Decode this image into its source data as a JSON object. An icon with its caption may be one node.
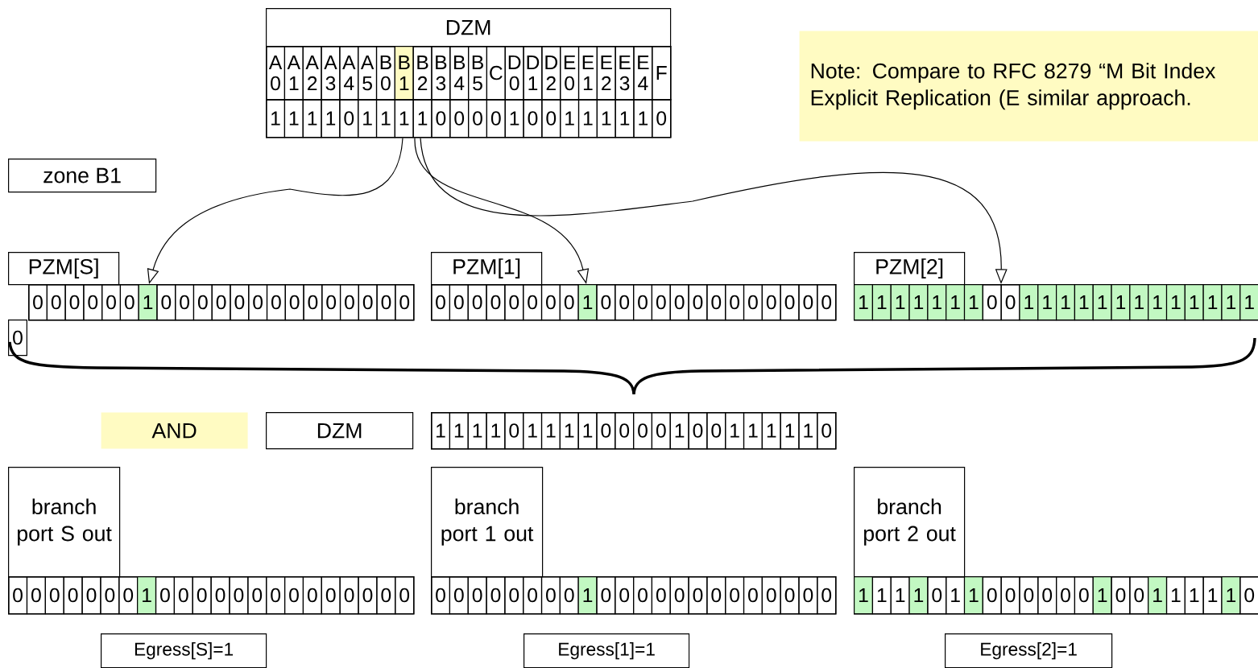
{
  "diagram": {
    "nodes": [
      {
        "text": [
          "DZM"
        ]
      },
      {
        "text": [
          "A 0",
          "A 1",
          "A 2",
          "A 3",
          "A 4",
          "A 5",
          "B 0",
          "B 1",
          "B 2",
          "B 3",
          "B 4",
          "B 5",
          "C",
          "D 0",
          "D 1",
          "D 2",
          "E 0",
          "E 1",
          "E 2",
          "E 3",
          "E 4",
          "F"
        ]
      },
      {
        "text": [
          "1",
          "1",
          "1",
          "1",
          "0",
          "1",
          "1",
          "1",
          "1",
          "0",
          "0",
          "0",
          "0",
          "1",
          "0",
          "0",
          "1",
          "1",
          "1",
          "1",
          "1",
          "0"
        ]
      },
      {
        "text": [
          "Note: Compare to RFC 8279 “M Bit Index Explicit Replication (E similar approach."
        ]
      },
      {
        "text": [
          "zone B1"
        ]
      },
      {
        "text": [
          "PZM[S]"
        ]
      },
      {
        "text": [
          "0",
          "0",
          "0",
          "0",
          "0",
          "0",
          "1",
          "0",
          "0",
          "0",
          "0",
          "0",
          "0",
          "0",
          "0",
          "0",
          "0",
          "0",
          "0",
          "0",
          "0",
          "0"
        ]
      },
      {
        "text": [
          "PZM[1]"
        ]
      },
      {
        "text": [
          "0",
          "0",
          "0",
          "0",
          "0",
          "0",
          "0",
          "0",
          "1",
          "0",
          "0",
          "0",
          "0",
          "0",
          "0",
          "0",
          "0",
          "0",
          "0",
          "0",
          "0",
          "0"
        ]
      },
      {
        "text": [
          "PZM[2]"
        ]
      },
      {
        "text": [
          "1",
          "1",
          "1",
          "1",
          "1",
          "1",
          "1",
          "0",
          "0",
          "1",
          "1",
          "1",
          "1",
          "1",
          "1",
          "1",
          "1",
          "1",
          "1",
          "1",
          "1",
          "1"
        ]
      },
      {
        "text": [
          "AND"
        ]
      },
      {
        "text": [
          "DZM"
        ]
      },
      {
        "text": [
          "1",
          "1",
          "1",
          "1",
          "0",
          "1",
          "1",
          "1",
          "1",
          "0",
          "0",
          "0",
          "0",
          "1",
          "0",
          "0",
          "1",
          "1",
          "1",
          "1",
          "1",
          "0"
        ]
      },
      {
        "text": [
          "branch port S out"
        ]
      },
      {
        "text": [
          "0",
          "0",
          "0",
          "0",
          "0",
          "0",
          "0",
          "1",
          "0",
          "0",
          "0",
          "0",
          "0",
          "0",
          "0",
          "0",
          "0",
          "0",
          "0",
          "0",
          "0",
          "0"
        ]
      },
      {
        "text": [
          "branch port 1 out"
        ]
      },
      {
        "text": [
          "0",
          "0",
          "0",
          "0",
          "0",
          "0",
          "0",
          "0",
          "1",
          "0",
          "0",
          "0",
          "0",
          "0",
          "0",
          "0",
          "0",
          "0",
          "0",
          "0",
          "0",
          "0"
        ]
      },
      {
        "text": [
          "branch port 2 out"
        ]
      },
      {
        "text": [
          "1",
          "1",
          "1",
          "1",
          "0",
          "1",
          "1",
          "0",
          "0",
          "0",
          "0",
          "0",
          "0",
          "1",
          "0",
          "0",
          "1",
          "1",
          "1",
          "1",
          "1",
          "0"
        ]
      },
      {
        "text": [
          "Egress[S]=1"
        ]
      },
      {
        "text": [
          "Egress[1]=1"
        ]
      },
      {
        "text": [
          "Egress[2]=1"
        ]
      }
    ],
    "edges": [
      {
        "from": 2,
        "to": 6,
        "arrow": "to"
      },
      {
        "from": 2,
        "to": 8,
        "arrow": "to"
      },
      {
        "from": 2,
        "to": 10,
        "arrow": "to"
      }
    ]
  }
}
